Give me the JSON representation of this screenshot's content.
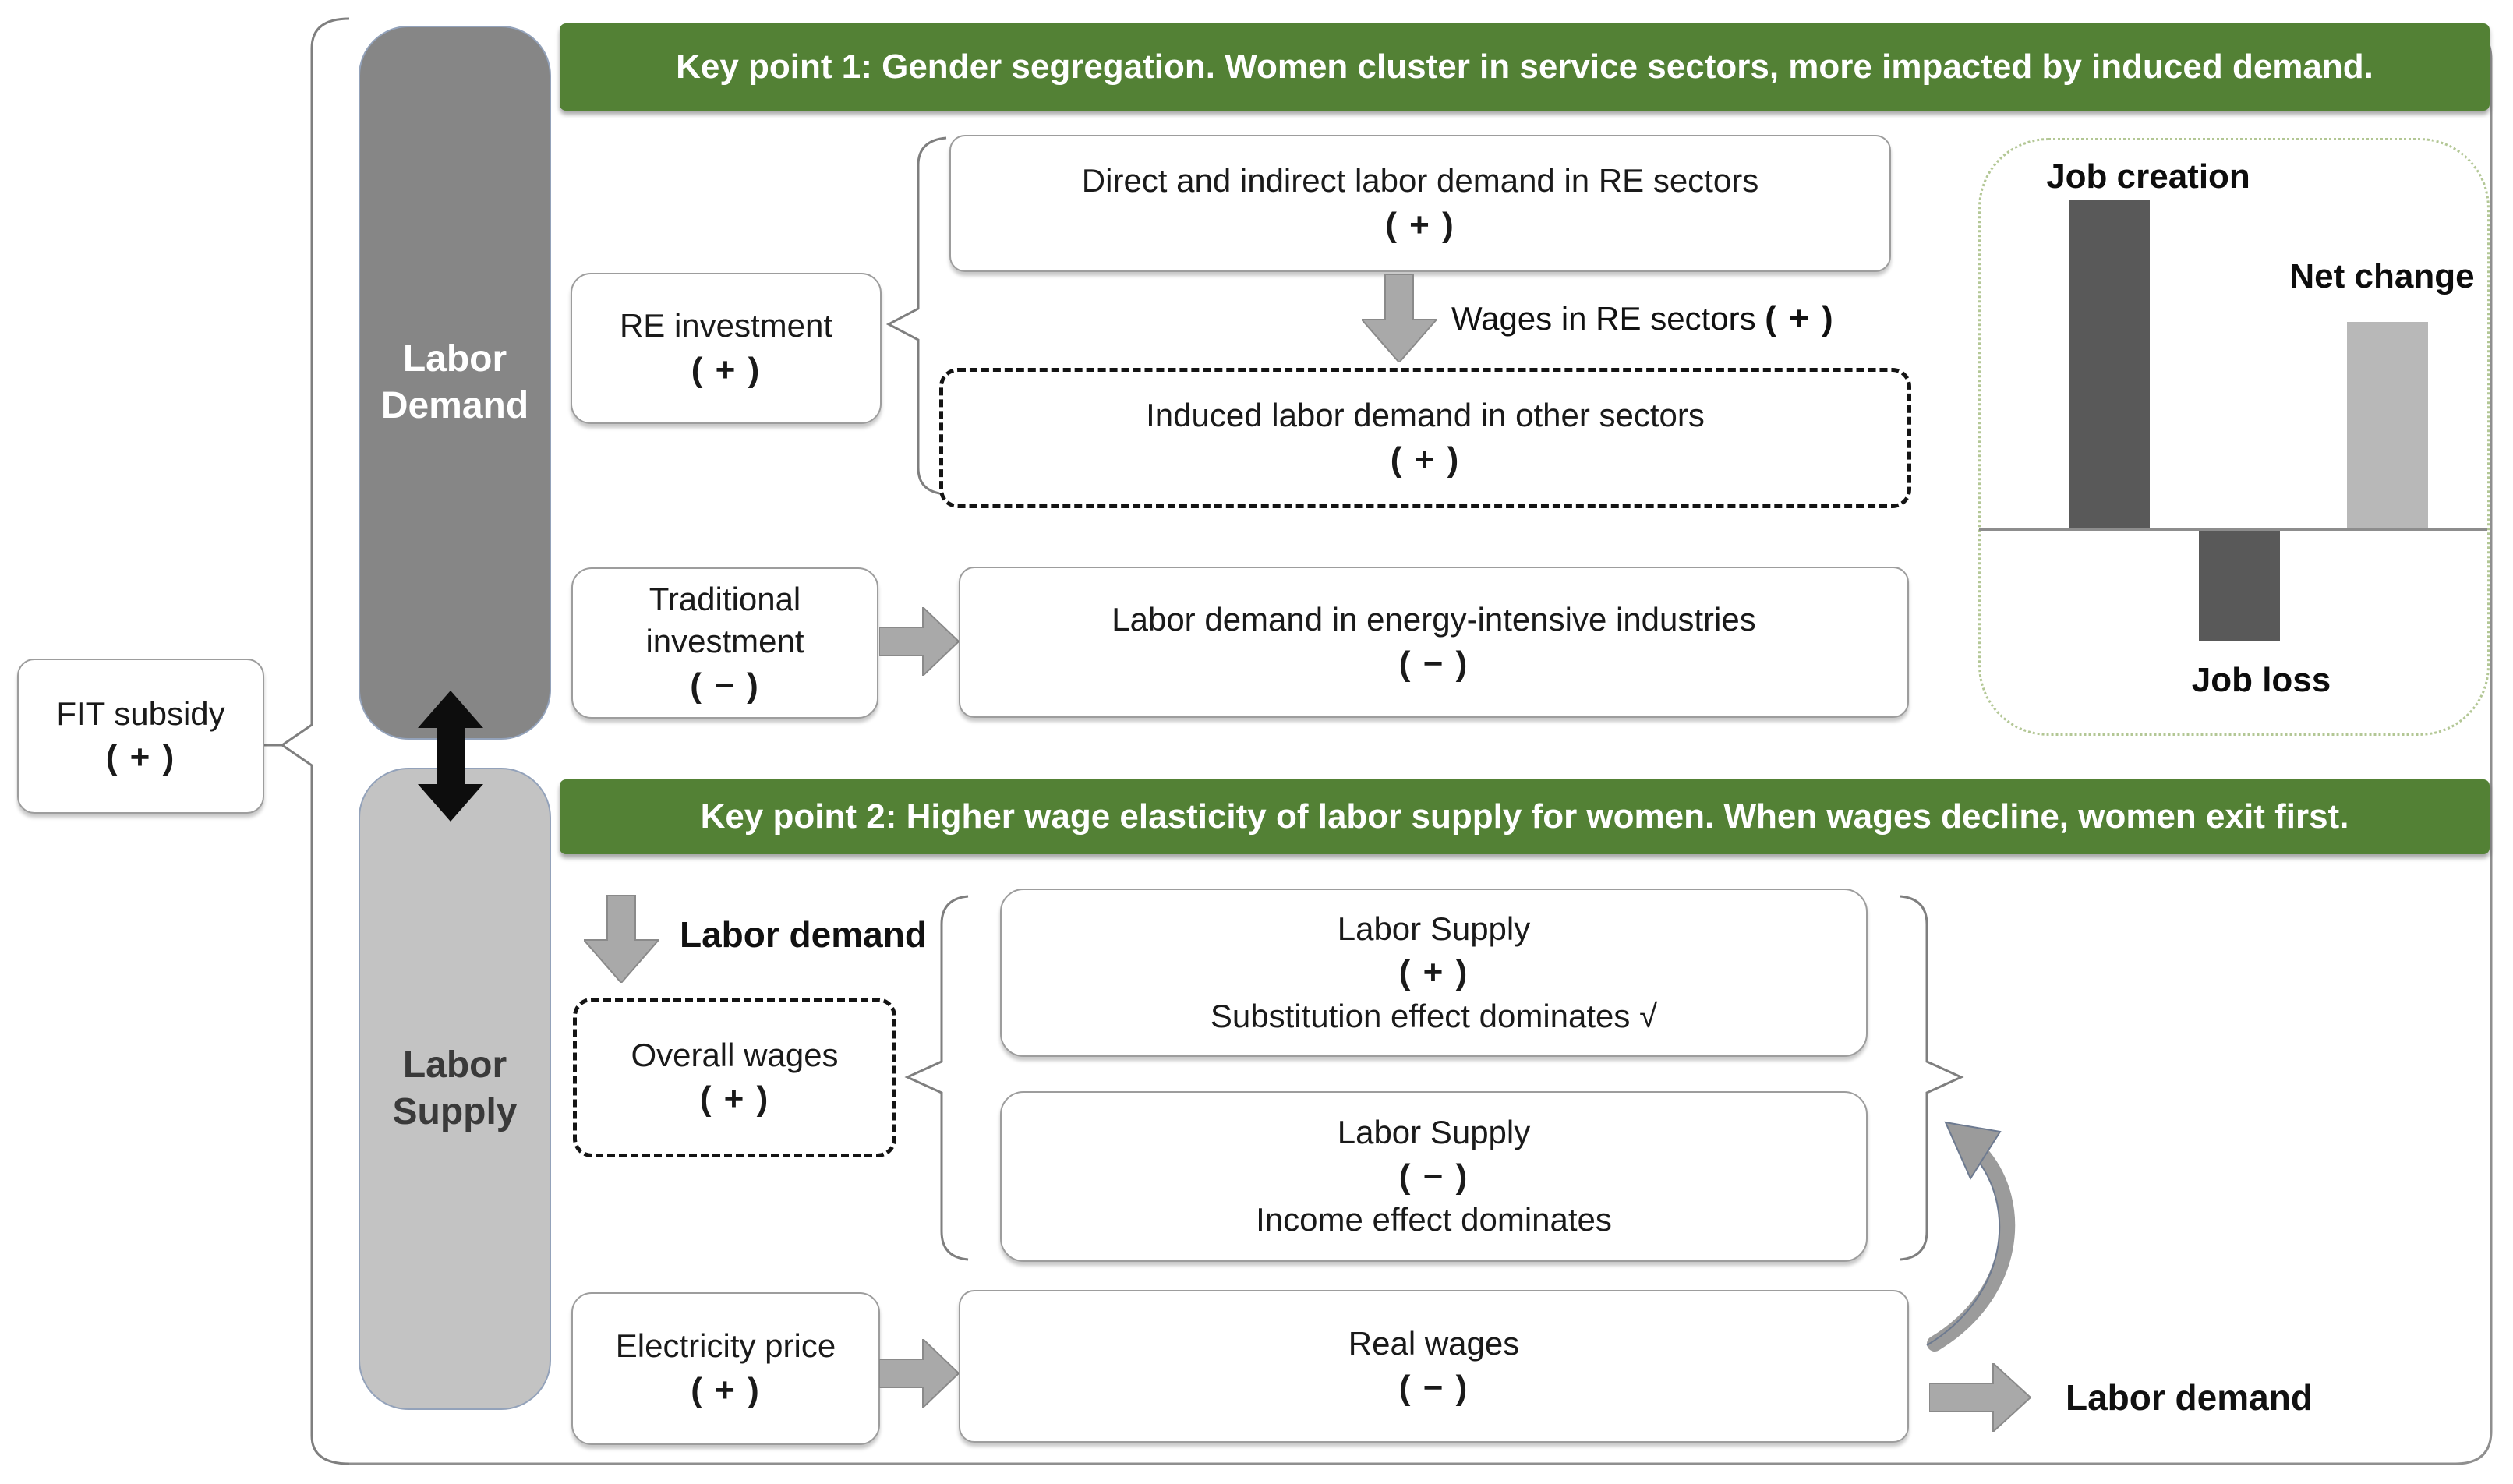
{
  "banners": {
    "keypoint1": "Key point 1:  Gender segregation. Women cluster in service sectors, more impacted by induced demand.",
    "keypoint2": "Key point 2:  Higher wage elasticity of labor supply for women. When wages decline, women exit first."
  },
  "left_column": {
    "fit_subsidy": {
      "label": "FIT subsidy",
      "sign": "( + )"
    },
    "labor_demand_pill": "Labor Demand",
    "labor_supply_pill": "Labor Supply"
  },
  "demand_section": {
    "re_investment": {
      "label": "RE investment",
      "sign": "( + )"
    },
    "direct_demand": {
      "label": "Direct and indirect labor demand in RE sectors",
      "sign": "( + )"
    },
    "wages_re": {
      "label": "Wages in RE sectors",
      "sign": "( + )"
    },
    "induced_demand": {
      "label": "Induced labor demand in other sectors",
      "sign": "( + )"
    },
    "traditional_investment": {
      "label": "Traditional investment",
      "sign": "( − )"
    },
    "energy_demand": {
      "label": "Labor demand in energy-intensive industries",
      "sign": "( − )"
    }
  },
  "supply_section": {
    "labor_demand_arrow_label": "Labor demand",
    "overall_wages": {
      "label": "Overall wages",
      "sign": "( + )"
    },
    "supply_plus": {
      "label": "Labor Supply",
      "sign": "( + )",
      "note": "Substitution effect dominates √"
    },
    "supply_minus": {
      "label": "Labor Supply",
      "sign": "( − )",
      "note": "Income effect dominates"
    },
    "electricity_price": {
      "label": "Electricity price",
      "sign": "( + )"
    },
    "real_wages": {
      "label": "Real wages",
      "sign": "( − )"
    },
    "labor_demand_out_label": "Labor demand"
  },
  "chart_data": {
    "type": "bar",
    "categories": [
      "Job creation",
      "Job loss",
      "Net change"
    ],
    "values": [
      1.0,
      -0.34,
      0.63
    ],
    "bar_colors": [
      "#595959",
      "#595959",
      "#b8b8b8"
    ],
    "title": "",
    "xlabel": "",
    "ylabel": "",
    "baseline": 0,
    "axis": "hidden",
    "labels": {
      "job_creation": "Job creation",
      "job_loss": "Job loss",
      "net_change": "Net change"
    }
  },
  "colors": {
    "banner_green": "#538135",
    "dark_pill": "#868686",
    "light_pill": "#c3c3c3",
    "arrow_gray": "#a9a9a9",
    "dark_bar": "#595959",
    "light_bar": "#b8b8b8",
    "dotted_panel_border": "#b3c795",
    "double_arrow_black": "#0d0d0d"
  }
}
